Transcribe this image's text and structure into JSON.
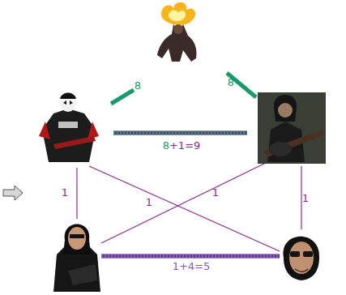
{
  "diagram": {
    "labels": [
      "8",
      "8",
      "8+1=9",
      "1",
      "1",
      "1",
      "1",
      "1+4=5"
    ]
  }
}
